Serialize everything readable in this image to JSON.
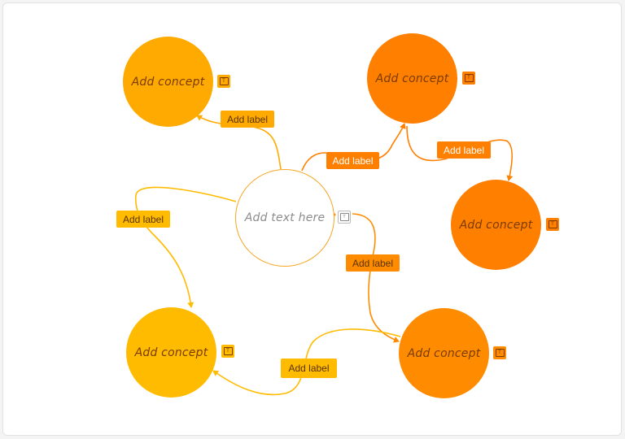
{
  "colors": {
    "amber": "#ffaa00",
    "orange_dark": "#ff7f00",
    "orange_mid": "#ff8c00",
    "yellow": "#ffbb00",
    "center_border": "#f5a623",
    "label_text_dark": "#5a3300",
    "label_text_light": "#ffffff"
  },
  "center_node": {
    "text": "Add text here",
    "icon": "text-icon"
  },
  "concepts": [
    {
      "id": "top-left",
      "text": "Add concept",
      "icon": "text-icon"
    },
    {
      "id": "top-right",
      "text": "Add concept",
      "icon": "text-icon"
    },
    {
      "id": "right",
      "text": "Add concept",
      "icon": "text-icon"
    },
    {
      "id": "bottom-left",
      "text": "Add concept",
      "icon": "text-icon"
    },
    {
      "id": "bottom-right",
      "text": "Add concept",
      "icon": "text-icon"
    }
  ],
  "links": [
    {
      "from": "center",
      "to": "top-left",
      "label": "Add label"
    },
    {
      "from": "center",
      "to": "top-right",
      "label": "Add label"
    },
    {
      "from": "top-right",
      "to": "right",
      "label": "Add label"
    },
    {
      "from": "center",
      "to": "bottom-left",
      "label": "Add label"
    },
    {
      "from": "center",
      "to": "bottom-right",
      "label": "Add label"
    },
    {
      "from": "bottom-right",
      "to": "bottom-left",
      "label": "Add label"
    }
  ]
}
